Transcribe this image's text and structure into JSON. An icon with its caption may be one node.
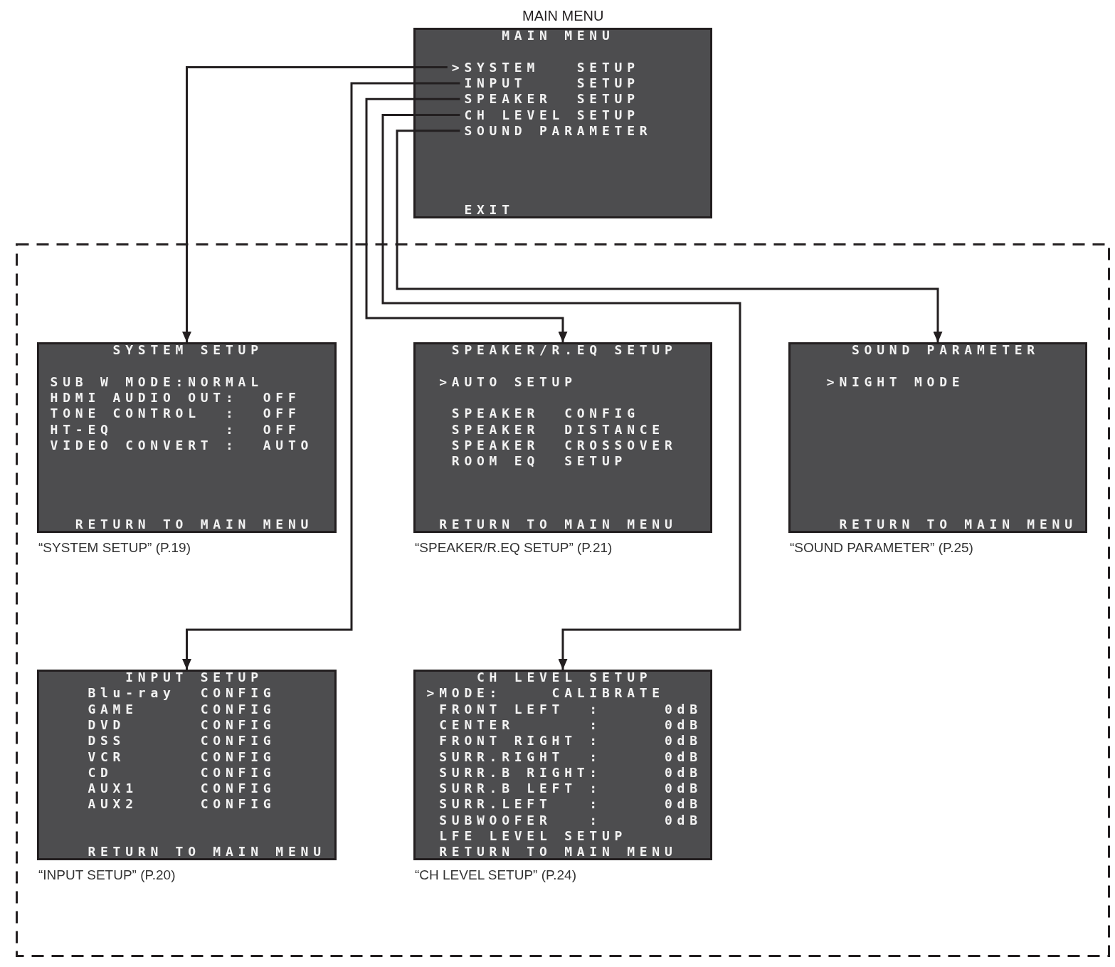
{
  "diagram": {
    "nodes": [
      {
        "text": [
          "MAIN MENU",
          "EXIT"
        ],
        "beside": [
          "MAIN MENU"
        ]
      },
      {
        "text": [
          ">SYSTEM   SETUP"
        ],
        "in": 0
      },
      {
        "text": [
          "INPUT    SETUP"
        ],
        "in": 0
      },
      {
        "text": [
          "SPEAKER  SETUP"
        ],
        "in": 0
      },
      {
        "text": [
          "CH LEVEL SETUP"
        ],
        "in": 0
      },
      {
        "text": [
          "SOUND PARAMETER"
        ],
        "in": 0
      },
      {
        "text": [],
        "shape": "box"
      },
      {
        "text": [
          "SYSTEM SETUP",
          "SUB W MODE:NORMAL",
          "HDMI AUDIO OUT:  OFF",
          "TONE CONTROL  :  OFF",
          "HT-EQ         :  OFF",
          "VIDEO CONVERT :  AUTO",
          "RETURN TO MAIN MENU"
        ],
        "in": 6,
        "beside": [
          "“SYSTEM SETUP” (P.19)"
        ]
      },
      {
        "text": [
          "SPEAKER/R.EQ SETUP",
          ">AUTO SETUP",
          "SPEAKER  CONFIG",
          "SPEAKER  DISTANCE",
          "SPEAKER  CROSSOVER",
          "ROOM EQ  SETUP",
          "RETURN TO MAIN MENU"
        ],
        "in": 6,
        "beside": [
          "“SPEAKER/R.EQ SETUP” (P.21)"
        ]
      },
      {
        "text": [
          "SOUND PARAMETER",
          ">NIGHT MODE",
          "RETURN TO MAIN MENU"
        ],
        "in": 6,
        "beside": [
          "“SOUND PARAMETER” (P.25)"
        ]
      },
      {
        "text": [
          "INPUT SETUP",
          "Blu-ray  CONFIG",
          "GAME     CONFIG",
          "DVD      CONFIG",
          "DSS      CONFIG",
          "VCR      CONFIG",
          "CD       CONFIG",
          "AUX1     CONFIG",
          "AUX2     CONFIG",
          "RETURN TO MAIN MENU"
        ],
        "in": 6,
        "beside": [
          "“INPUT SETUP” (P.20)"
        ]
      },
      {
        "text": [
          "CH LEVEL SETUP",
          ">MODE:    CALIBRATE",
          "FRONT LEFT  :     0dB",
          "CENTER      :     0dB",
          "FRONT RIGHT :     0dB",
          "SURR.RIGHT  :     0dB",
          "SURR.B RIGHT:     0dB",
          "SURR.B LEFT :     0dB",
          "SURR.LEFT   :     0dB",
          "SUBWOOFER   :     0dB",
          "LFE LEVEL SETUP",
          "RETURN TO MAIN MENU"
        ],
        "in": 6,
        "beside": [
          "“CH LEVEL SETUP” (P.24)"
        ]
      }
    ],
    "edges": [
      {
        "from": 1,
        "to": 7,
        "arrow": "to"
      },
      {
        "from": 2,
        "to": 10,
        "arrow": "to"
      },
      {
        "from": 3,
        "to": 8,
        "arrow": "to"
      },
      {
        "from": 4,
        "to": 11,
        "arrow": "to"
      },
      {
        "from": 5,
        "to": 9,
        "arrow": "to"
      }
    ]
  }
}
